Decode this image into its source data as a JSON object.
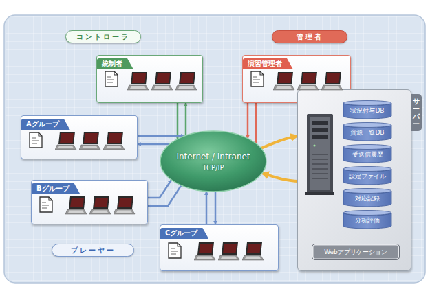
{
  "diagram": {
    "nodes": [
      {
        "text": [
          "コントローラ"
        ]
      },
      {
        "text": [
          "管理者"
        ]
      },
      {
        "text": [
          "統制者"
        ]
      },
      {
        "text": [
          "演習管理者"
        ]
      },
      {
        "text": [
          "Aグループ"
        ]
      },
      {
        "text": [
          "Internet / Intranet",
          "TCP/IP"
        ]
      },
      {
        "text": [
          "サーバー"
        ]
      },
      {
        "text": [
          "状況付与DB"
        ],
        "in": 6
      },
      {
        "text": [
          "資源一覧DB"
        ],
        "in": 6
      },
      {
        "text": [
          "受送信履歴"
        ],
        "in": 6
      },
      {
        "text": [
          "設定ファイル"
        ],
        "in": 6
      },
      {
        "text": [
          "対応記録"
        ],
        "in": 6
      },
      {
        "text": [
          "分析評価"
        ],
        "in": 6
      },
      {
        "text": [
          "Webアプリケーション"
        ],
        "in": 6
      },
      {
        "text": [
          "Bグループ"
        ]
      },
      {
        "text": [
          "Cグループ"
        ]
      },
      {
        "text": [
          "プレーヤー"
        ]
      }
    ],
    "edges": [
      {
        "from": 2,
        "to": 5,
        "arrow": "to"
      },
      {
        "from": 5,
        "to": 2,
        "arrow": "to"
      },
      {
        "from": 3,
        "to": 5,
        "arrow": "to"
      },
      {
        "from": 5,
        "to": 3,
        "arrow": "to"
      },
      {
        "from": 4,
        "to": 5,
        "arrow": "to"
      },
      {
        "from": 5,
        "to": 4,
        "arrow": "to"
      },
      {
        "from": 14,
        "to": 5,
        "arrow": "to"
      },
      {
        "from": 5,
        "to": 14,
        "arrow": "to"
      },
      {
        "from": 15,
        "to": 5,
        "arrow": "to"
      },
      {
        "from": 5,
        "to": 15,
        "arrow": "to"
      },
      {
        "from": 5,
        "to": 6,
        "arrow": "to"
      },
      {
        "from": 6,
        "to": 5,
        "arrow": "to"
      }
    ]
  }
}
